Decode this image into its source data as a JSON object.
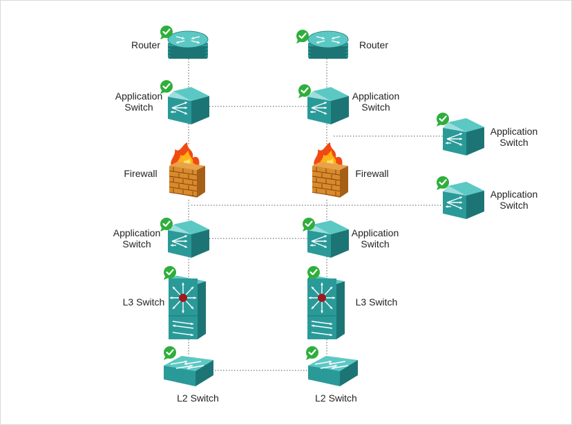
{
  "colors": {
    "device_face": "#2a9a99",
    "device_top": "#5cc8c4",
    "device_side": "#1c7574",
    "status_ok": "#2fae3b",
    "connection": "#555555",
    "brick": "#d98a2b",
    "flame": "#f04a12"
  },
  "icons": {
    "status": "check-badge-icon",
    "router": "router-icon",
    "application_switch": "application-switch-icon",
    "firewall": "firewall-icon",
    "l3_switch": "l3-switch-icon",
    "l2_switch": "l2-switch-icon"
  },
  "nodes": {
    "router_left": {
      "label": [
        "Router"
      ]
    },
    "router_right": {
      "label": [
        "Router"
      ]
    },
    "appsw_left_top": {
      "label": [
        "Application",
        "Switch"
      ]
    },
    "appsw_right_top": {
      "label": [
        "Application",
        "Switch"
      ]
    },
    "appsw_side_1": {
      "label": [
        "Application",
        "Switch"
      ]
    },
    "appsw_side_2": {
      "label": [
        "Application",
        "Switch"
      ]
    },
    "firewall_left": {
      "label": [
        "Firewall"
      ]
    },
    "firewall_right": {
      "label": [
        "Firewall"
      ]
    },
    "appsw_left_bottom": {
      "label": [
        "Application",
        "Switch"
      ]
    },
    "appsw_right_bottom": {
      "label": [
        "Application",
        "Switch"
      ]
    },
    "l3_left": {
      "label": [
        "L3 Switch"
      ]
    },
    "l3_right": {
      "label": [
        "L3 Switch"
      ]
    },
    "l2_left": {
      "label": [
        "L2 Switch"
      ]
    },
    "l2_right": {
      "label": [
        "L2 Switch"
      ]
    }
  },
  "links": [
    [
      "router_left",
      "appsw_left_top"
    ],
    [
      "appsw_left_top",
      "firewall_left"
    ],
    [
      "firewall_left",
      "appsw_left_bottom"
    ],
    [
      "appsw_left_bottom",
      "l3_left"
    ],
    [
      "l3_left",
      "l2_left"
    ],
    [
      "router_right",
      "appsw_right_top"
    ],
    [
      "appsw_right_top",
      "firewall_right"
    ],
    [
      "firewall_right",
      "appsw_right_bottom"
    ],
    [
      "appsw_right_bottom",
      "l3_right"
    ],
    [
      "l3_right",
      "l2_right"
    ],
    [
      "appsw_left_top",
      "appsw_right_top"
    ],
    [
      "appsw_right_top",
      "appsw_side_1"
    ],
    [
      "firewall_left",
      "appsw_side_2"
    ],
    [
      "appsw_left_bottom",
      "appsw_right_bottom"
    ],
    [
      "l2_left",
      "l2_right"
    ]
  ]
}
